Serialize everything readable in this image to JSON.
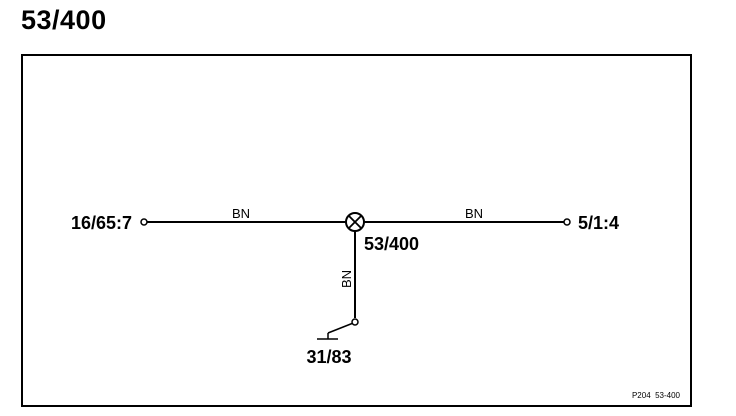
{
  "title": "53/400",
  "diagram": {
    "component": {
      "id": "53/400",
      "symbol": "lamp-crossed-circle-icon"
    },
    "terminals": {
      "left": "16/65:7",
      "right": "5/1:4",
      "ground": "31/83"
    },
    "wires": {
      "left": "BN",
      "right": "BN",
      "down": "BN"
    },
    "reference": "P204  53-400"
  }
}
